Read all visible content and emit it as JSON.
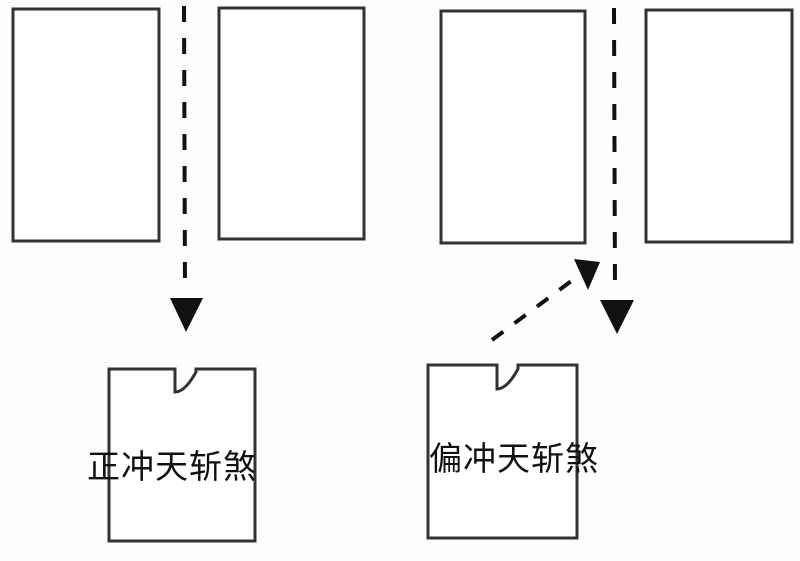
{
  "diagram": {
    "panels": [
      {
        "id": "direct",
        "label": "正冲天斩煞",
        "buildings": [
          "upper-left-building",
          "upper-right-building"
        ],
        "gap_flow": "straight-down",
        "target": "house-with-notch"
      },
      {
        "id": "oblique",
        "label": "偏冲天斩煞",
        "buildings": [
          "upper-left-building",
          "upper-right-building"
        ],
        "gap_flow": "straight-down-with-diagonal-deflection",
        "target": "house-with-notch"
      }
    ]
  },
  "colors": {
    "stroke": "#333333",
    "arrow": "#111111",
    "background": "#fdfdfd",
    "text": "#111111"
  }
}
